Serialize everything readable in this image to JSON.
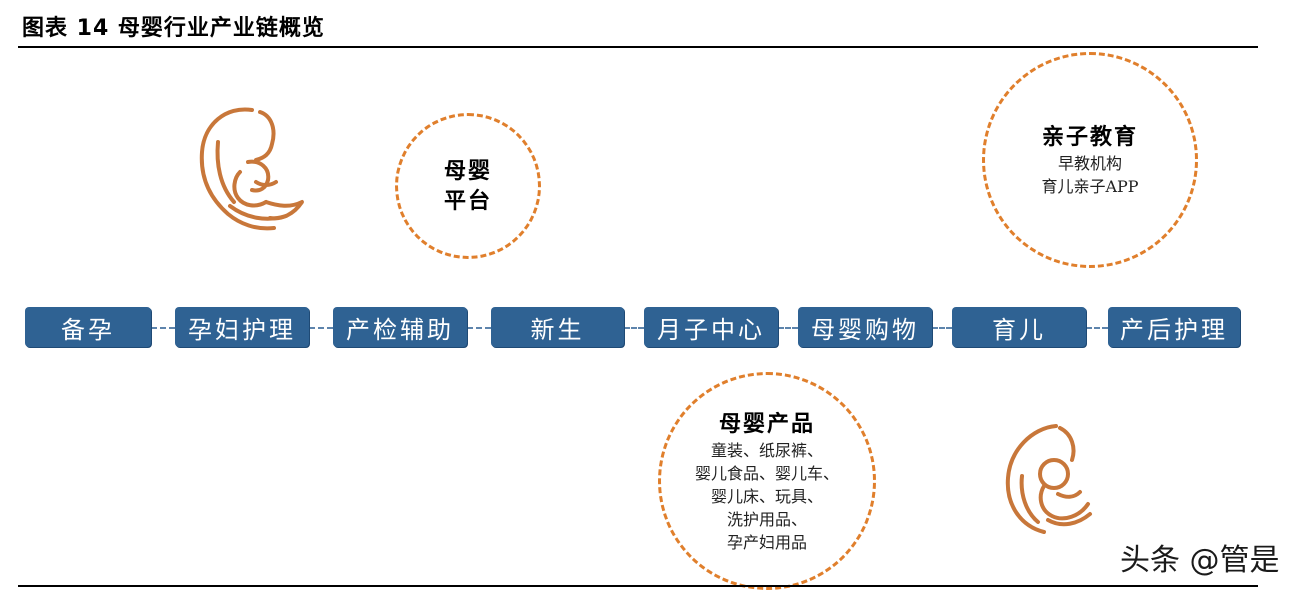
{
  "figure_title": "图表 14 母婴行业产业链概览",
  "stages": [
    "备孕",
    "孕妇护理",
    "产检辅助",
    "新生",
    "月子中心",
    "母婴购物",
    "育儿",
    "产后护理"
  ],
  "circles": {
    "platform": {
      "lines": [
        "母婴",
        "平台"
      ]
    },
    "education": {
      "title": "亲子教育",
      "items": [
        "早教机构",
        "育儿亲子APP"
      ]
    },
    "products": {
      "title": "母婴产品",
      "items": [
        "童装、纸尿裤、",
        "婴儿食品、婴儿车、",
        "婴儿床、玩具、",
        "洗护用品、",
        "孕产妇用品"
      ]
    }
  },
  "icons": [
    "mother-icon",
    "mother-child-icon"
  ],
  "colors": {
    "stage_fill": "#2f6293",
    "circle_border": "#e07f2c",
    "icon_stroke": "#c8773a"
  },
  "watermark": "头条 @管是"
}
